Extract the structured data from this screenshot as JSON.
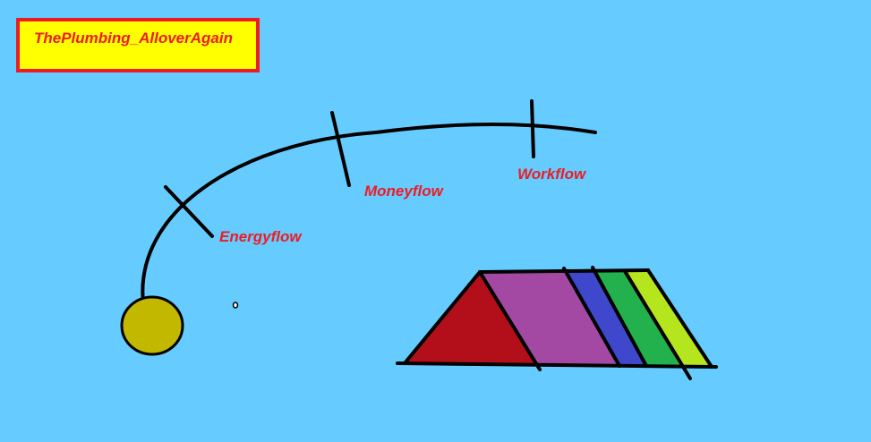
{
  "title": "ThePlumbing_AlloverAgain",
  "labels": {
    "energyflow": "Energyflow",
    "moneyflow": "Moneyflow",
    "workflow": "Workflow"
  },
  "colors": {
    "background": "#66ccff",
    "title_fill": "#ffff00",
    "title_border": "#ed1c24",
    "label_text": "#ed1c24",
    "sun": "#c3b800",
    "triangle": "#b30f1b",
    "band_purple": "#a349a4",
    "band_blue": "#3f48cc",
    "band_green": "#22b14c",
    "band_lime": "#b5e61d",
    "stroke": "#000000"
  }
}
